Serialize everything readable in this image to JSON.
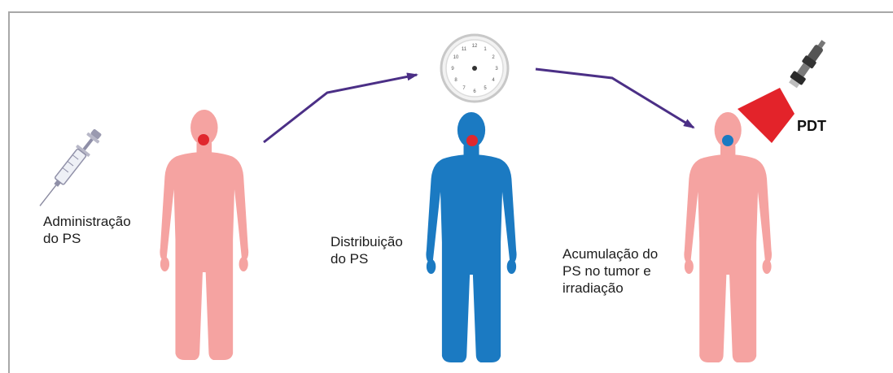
{
  "stages": [
    {
      "label": "Administração\ndo PS"
    },
    {
      "label": "Distribuição\ndo PS"
    },
    {
      "label": "Acumulação do\nPS no tumor e\nirradiação"
    }
  ],
  "pdt_label": "PDT",
  "colors": {
    "skin": "#f5a3a1",
    "body_blue": "#1b7ac2",
    "tumor_red": "#e0282e",
    "tumor_blue": "#1b7ac2",
    "arrow": "#4b2f86",
    "light_beam": "#e3232a",
    "frame": "#a8a8a8"
  }
}
